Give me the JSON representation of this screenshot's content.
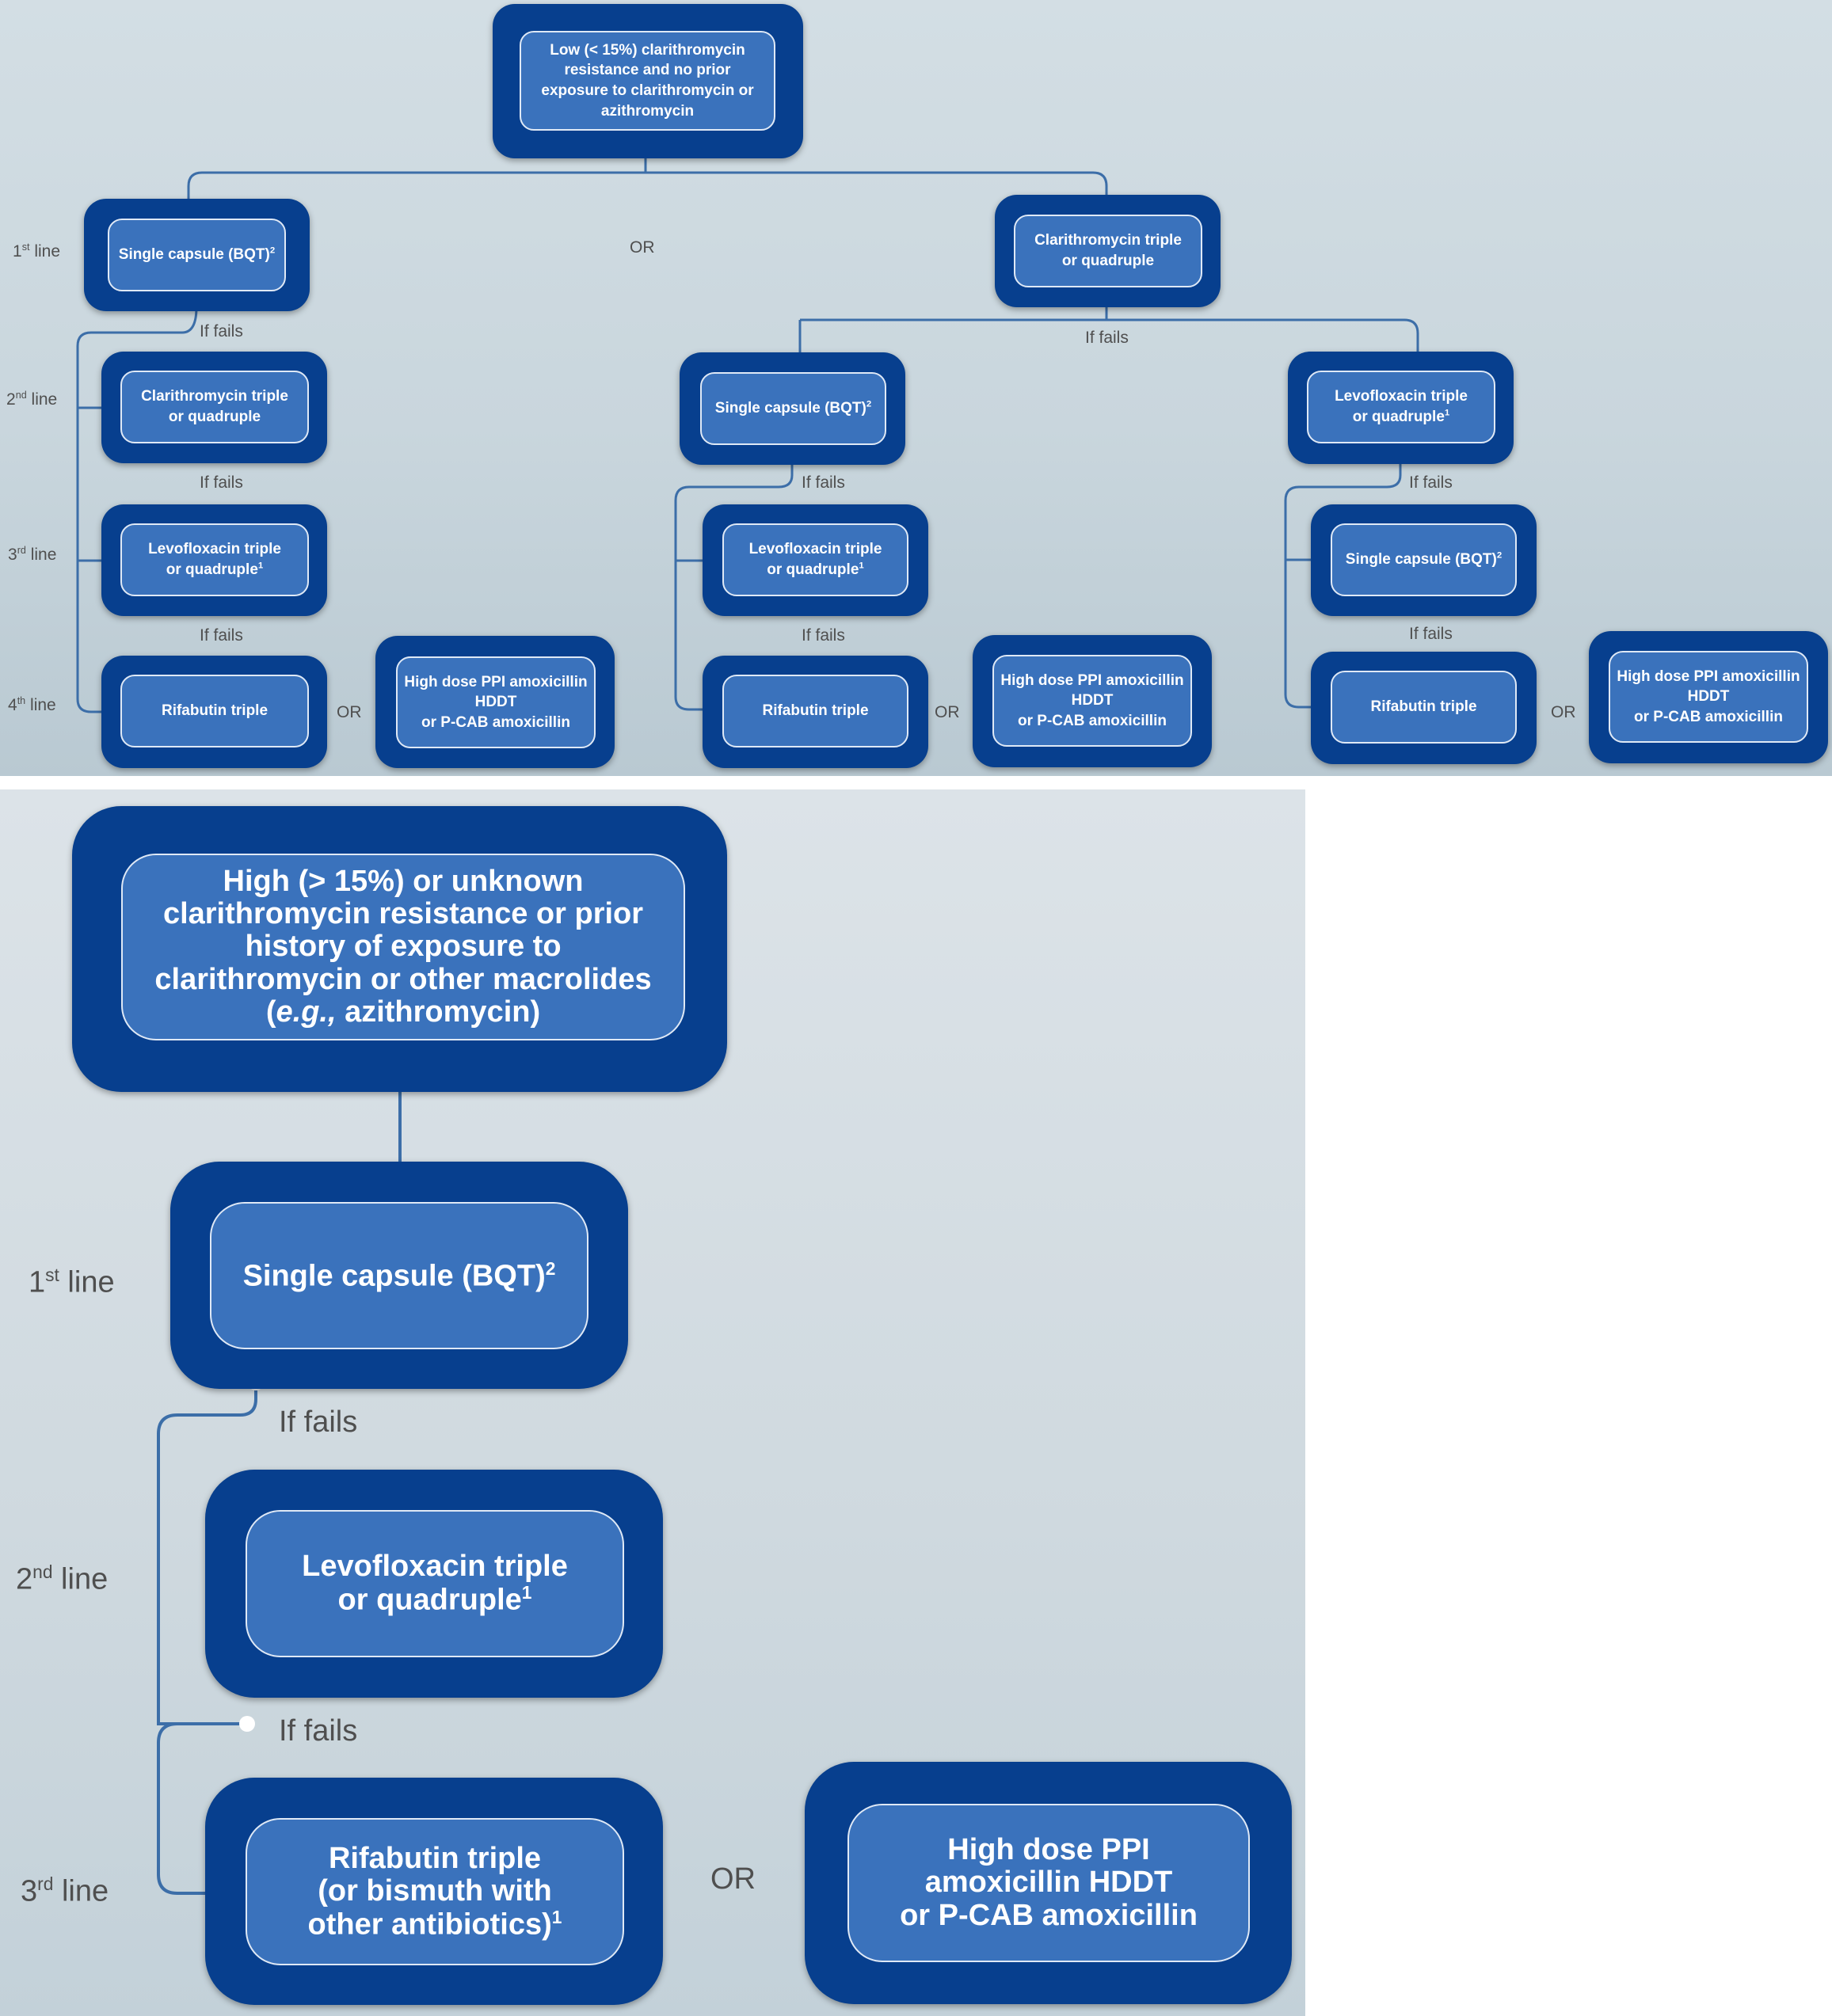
{
  "colors": {
    "outer_box": "#073f8e",
    "inner_box": "#3a72bc",
    "inner_border": "#dfe9f6",
    "connector": "#3c6ea8",
    "label_text": "#4f4f4f"
  },
  "top_chart": {
    "root": "Low (< 15%) clarithromycin resistance and no prior exposure to clarithromycin or azithromycin",
    "or_label": "OR",
    "line_labels": {
      "line1": "1",
      "line1_sup": "st",
      "line2": "2",
      "line2_sup": "nd",
      "line3": "3",
      "line3_sup": "rd",
      "line4": "4",
      "line4_sup": "th",
      "suffix": " line"
    },
    "if_fails": "If fails",
    "left_branch": {
      "first": {
        "text": "Single capsule (BQT)",
        "sup": "2"
      },
      "second": {
        "line1": "Clarithromycin triple",
        "line2": "or quadruple"
      },
      "third": {
        "line1": "Levofloxacin triple",
        "line2": "or quadruple",
        "sup": "1"
      },
      "fourth": "Rifabutin triple",
      "alt": {
        "line1": "High dose PPI amoxicillin",
        "line2": "HDDT",
        "line3": "or P-CAB amoxicillin"
      }
    },
    "right_branch": {
      "first": {
        "line1": "Clarithromycin triple",
        "line2": "or quadruple"
      },
      "sub_a": {
        "second": {
          "text": "Single capsule (BQT)",
          "sup": "2"
        },
        "third": {
          "line1": "Levofloxacin triple",
          "line2": "or quadruple",
          "sup": "1"
        },
        "fourth": "Rifabutin triple",
        "alt": {
          "line1": "High dose PPI amoxicillin",
          "line2": "HDDT",
          "line3": "or P-CAB amoxicillin"
        }
      },
      "sub_b": {
        "second": {
          "line1": "Levofloxacin triple",
          "line2": "or quadruple",
          "sup": "1"
        },
        "third": {
          "text": "Single capsule (BQT)",
          "sup": "2"
        },
        "fourth": "Rifabutin triple",
        "alt": {
          "line1": "High dose PPI amoxicillin",
          "line2": "HDDT",
          "line3": "or P-CAB amoxicillin"
        }
      }
    }
  },
  "bottom_chart": {
    "root": {
      "pre": "High (> 15%) or unknown clarithromycin resistance or prior history of exposure to clarithromycin or other macrolides (",
      "italic": "e.g.,",
      "post": " azithromycin)"
    },
    "line_labels": {
      "line1": "1",
      "line1_sup": "st",
      "line2": "2",
      "line2_sup": "nd",
      "line3": "3",
      "line3_sup": "rd",
      "suffix": " line"
    },
    "if_fails": "If fails",
    "or_label": "OR",
    "first": {
      "text": "Single capsule (BQT)",
      "sup": "2"
    },
    "second": {
      "line1": "Levofloxacin triple",
      "line2": "or quadruple",
      "sup": "1"
    },
    "third": {
      "line1": "Rifabutin triple",
      "line2": "(or bismuth  with",
      "line3": "other antibiotics)",
      "sup": "1"
    },
    "alt": {
      "line1": "High dose PPI",
      "line2": "amoxicillin HDDT",
      "line3": "or P-CAB amoxicillin"
    }
  }
}
